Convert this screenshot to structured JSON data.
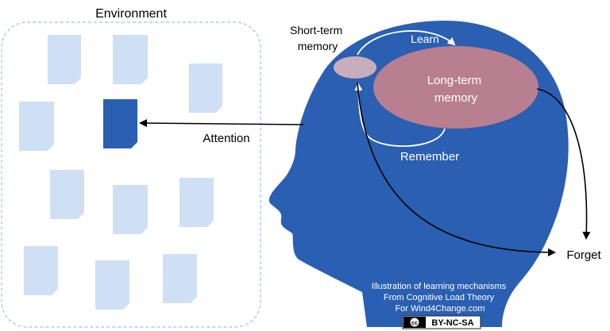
{
  "environment": {
    "title": "Environment"
  },
  "memory": {
    "short_term": [
      "Short-term",
      "memory"
    ],
    "long_term": [
      "Long-term",
      "memory"
    ]
  },
  "arrows": {
    "learn": "Learn",
    "remember": "Remember",
    "attention": "Attention",
    "forget": "Forget"
  },
  "credits": {
    "lines": [
      "Illustration of learning mechanisms",
      "From  Cognitive Load Theory",
      "For Wind4Change.com"
    ],
    "license_icon": "cc-icon",
    "license": "BY-NC-SA"
  },
  "colors": {
    "head": "#2a5fb2",
    "long_term": "#b77f8f",
    "short_term": "#c8adbc",
    "document": "#cfe0f5",
    "document_selected": "#2a5fb2",
    "environment_border": "#9cc3e6"
  }
}
